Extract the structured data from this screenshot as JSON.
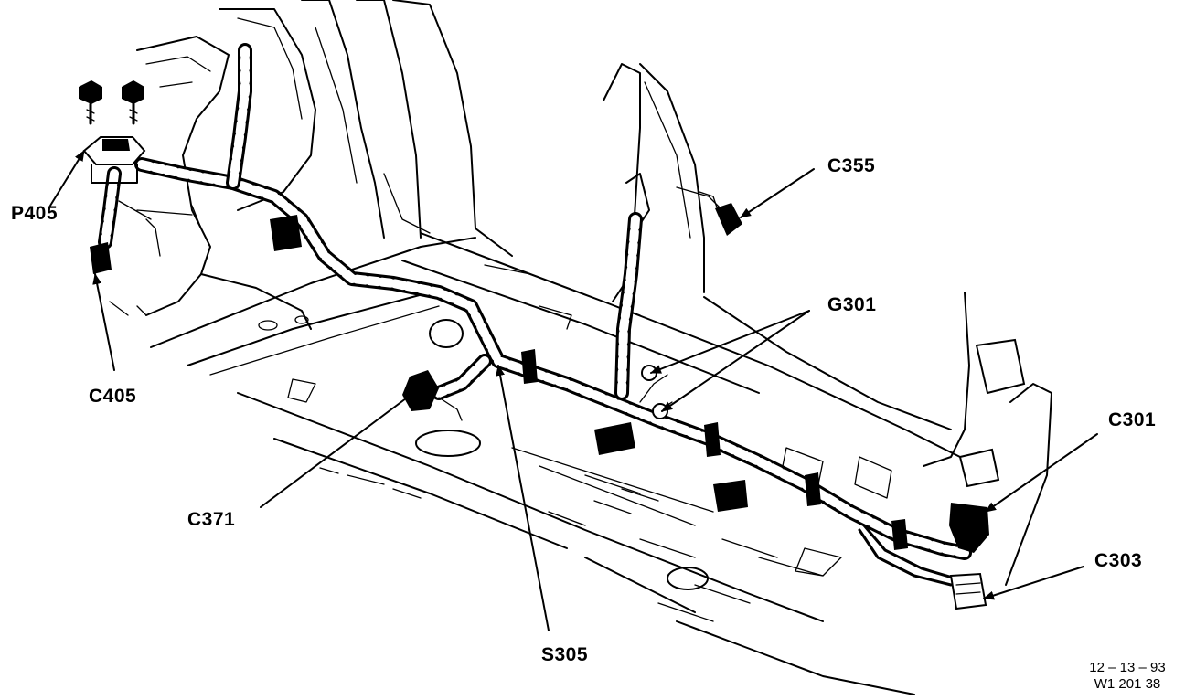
{
  "callouts": {
    "p405": "P405",
    "c405": "C405",
    "c355": "C355",
    "g301": "G301",
    "c371": "C371",
    "s305": "S305",
    "c301": "C301",
    "c303": "C303"
  },
  "stamp": {
    "date": "12 – 13 – 93",
    "code": "W1 201 38"
  }
}
